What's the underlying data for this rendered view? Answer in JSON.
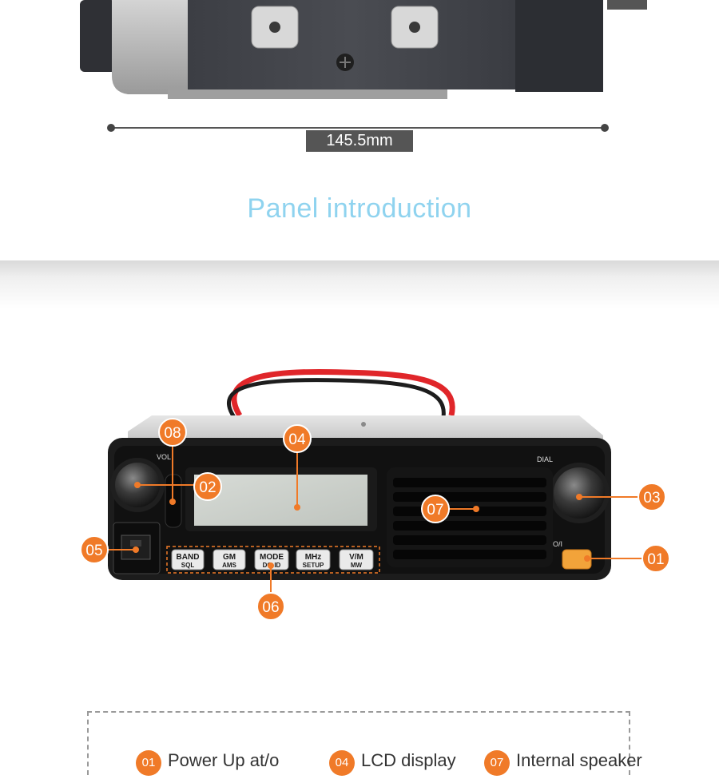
{
  "dimension": {
    "width_label": "145.5mm"
  },
  "section": {
    "title": "Panel introduction"
  },
  "panel": {
    "knob_left_label": "VOL",
    "knob_right_label": "DIAL",
    "power_label": "O/I",
    "buttons": [
      {
        "top": "BAND",
        "bottom": "SQL"
      },
      {
        "top": "GM",
        "bottom": "AMS"
      },
      {
        "top": "MODE",
        "bottom": "DG-ID"
      },
      {
        "top": "MHz",
        "bottom": "SETUP"
      },
      {
        "top": "V/M",
        "bottom": "MW"
      }
    ]
  },
  "callouts": {
    "c01": "01",
    "c02": "02",
    "c03": "03",
    "c04": "04",
    "c05": "05",
    "c06": "06",
    "c07": "07",
    "c08": "08"
  },
  "legend": [
    {
      "number": "01",
      "text": "Power Up at/o"
    },
    {
      "number": "04",
      "text": "LCD display"
    },
    {
      "number": "07",
      "text": "Internal speaker"
    }
  ],
  "colors": {
    "accent": "#f07a28",
    "title": "#8fd3ef",
    "panel": "#1c1c1c",
    "cable": "#e0262a"
  }
}
